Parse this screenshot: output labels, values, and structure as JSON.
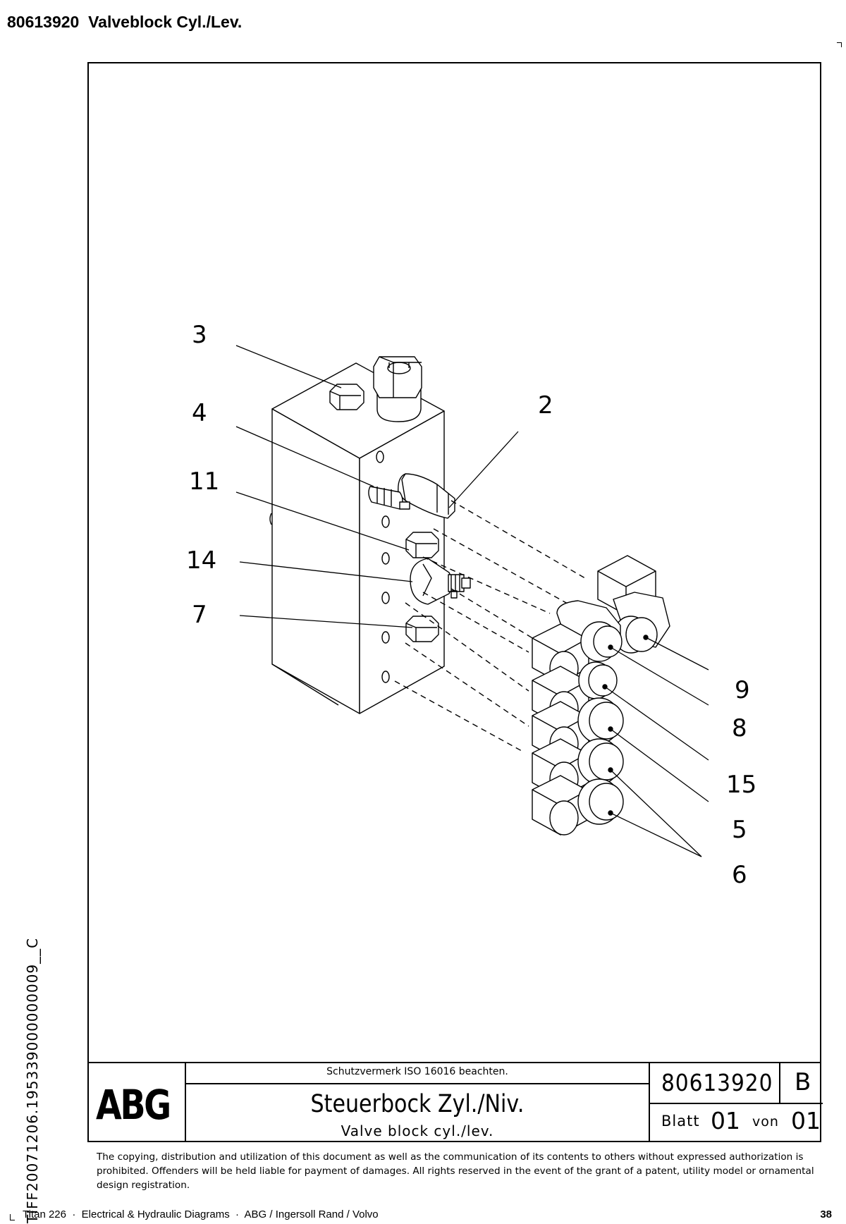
{
  "header": {
    "title": "80613920  Valveblock Cyl./Lev."
  },
  "callouts": {
    "c3": "3",
    "c4": "4",
    "c11": "11",
    "c14": "14",
    "c7": "7",
    "c2": "2",
    "c9": "9",
    "c8": "8",
    "c15": "15",
    "c5": "5",
    "c6": "6"
  },
  "title_block": {
    "logo": "ABG",
    "protection_note": "Schutzvermerk ISO 16016 beachten.",
    "title_de": "Steuerbock Zyl./Niv.",
    "title_en": "Valve block cyl./lev.",
    "drawing_number": "80613920",
    "revision": "B",
    "sheet_label": "Blatt",
    "sheet_number": "01",
    "of_label": "von",
    "sheet_total": "01"
  },
  "copyright": "The copying, distribution and utilization of this document as well as the communication of its contents to others without expressed authorization is prohibited. Offenders will be held liable for payment of damages. All rights reserved in the event of the grant of a patent, utility model or ornamental design registration.",
  "side_code": "TIFF20071206.195339000000009__C",
  "footer": {
    "text": "Titan 226  ·  Electrical & Hydraulic Diagrams  ·  ABG / Ingersoll Rand / Volvo",
    "page": "38"
  }
}
